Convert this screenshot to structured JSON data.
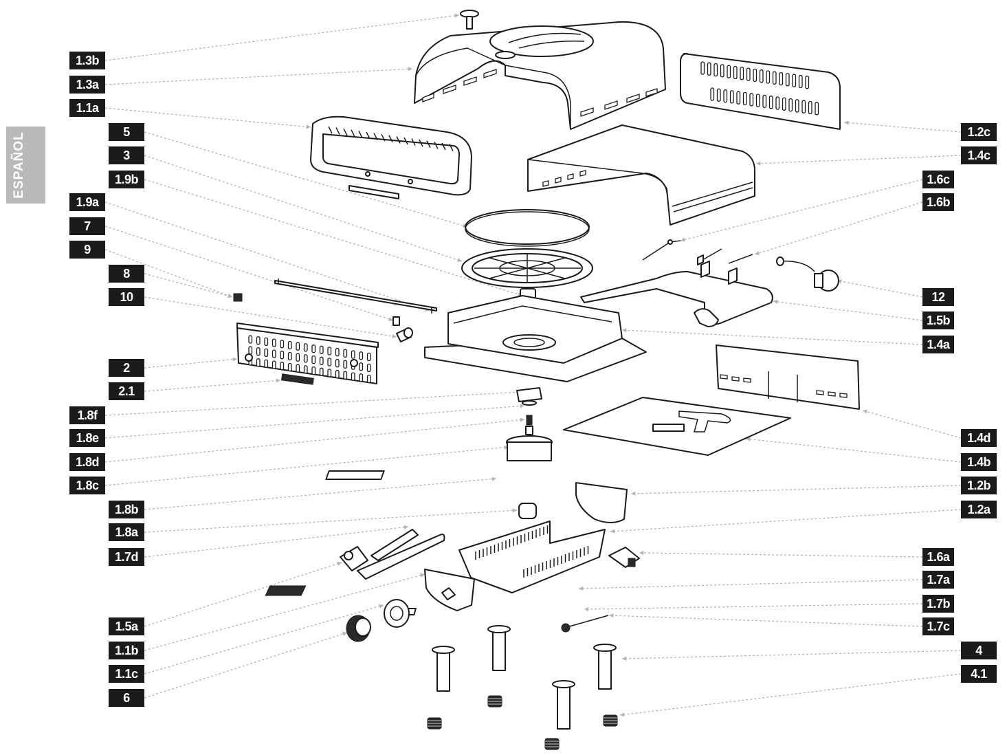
{
  "side_tab": {
    "text": "ESPAÑOL",
    "color": "#b9b9b9"
  },
  "colors": {
    "label_bg": "#1b1b1b",
    "label_text": "#ffffff",
    "leader": "#b3b3b3",
    "line_art": "#1a1a1a"
  },
  "labels_left": [
    "1.3b",
    "1.3a",
    "1.1a",
    "5",
    "3",
    "1.9b",
    "1.9a",
    "7",
    "9",
    "8",
    "10",
    "2",
    "2.1",
    "1.8f",
    "1.8e",
    "1.8d",
    "1.8c",
    "1.8b",
    "1.8a",
    "1.7d",
    "1.5a",
    "1.1b",
    "1.1c",
    "6"
  ],
  "labels_right": [
    "1.2c",
    "1.4c",
    "1.6c",
    "1.6b",
    "12",
    "1.5b",
    "1.4a",
    "1.4d",
    "1.4b",
    "1.2b",
    "1.2a",
    "1.6a",
    "1.7a",
    "1.7b",
    "1.7c",
    "4",
    "4.1"
  ]
}
